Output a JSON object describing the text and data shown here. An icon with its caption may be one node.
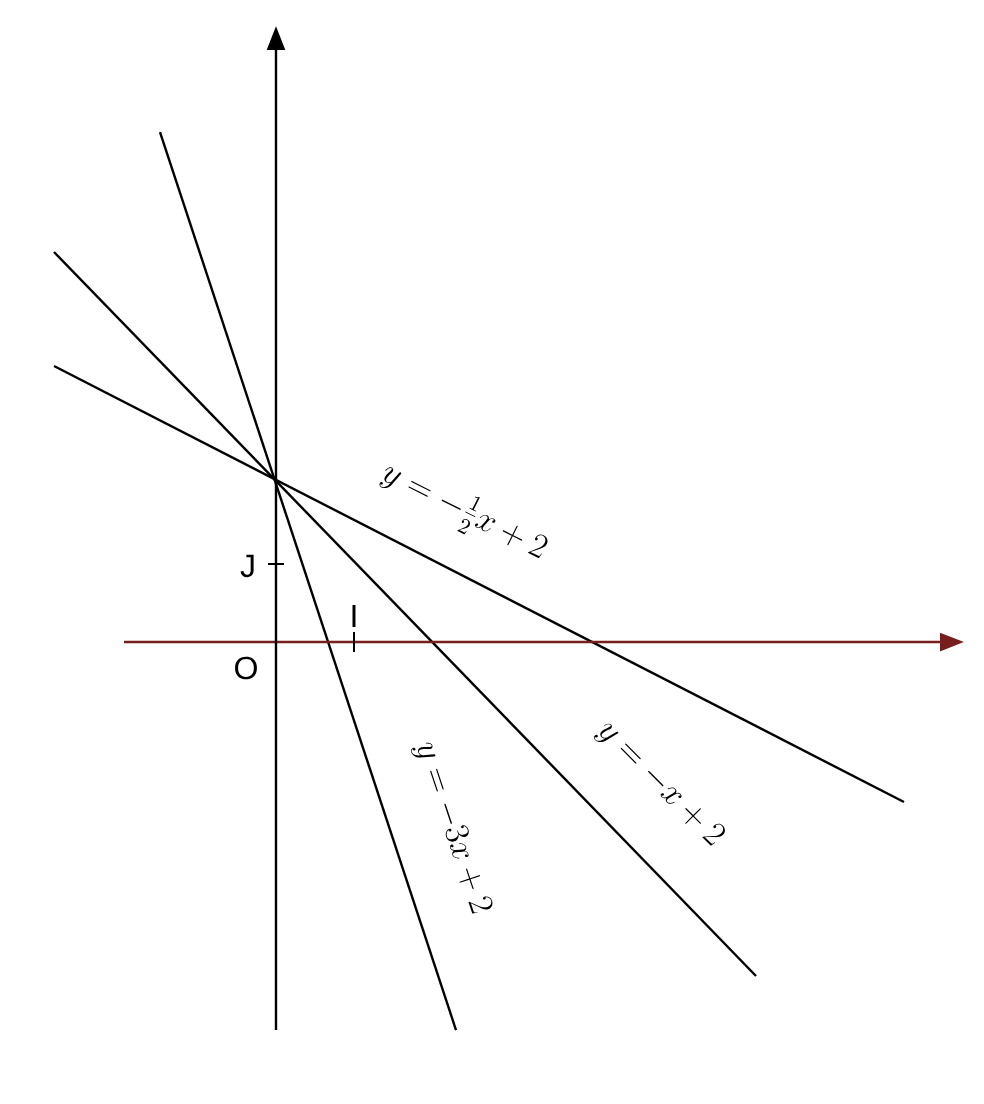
{
  "diagram": {
    "labels": [
      "y = -\\frac{1}{2}x + 2",
      "J",
      "I",
      "O",
      "y = -x + 2",
      "y = -3x + 2"
    ]
  }
}
